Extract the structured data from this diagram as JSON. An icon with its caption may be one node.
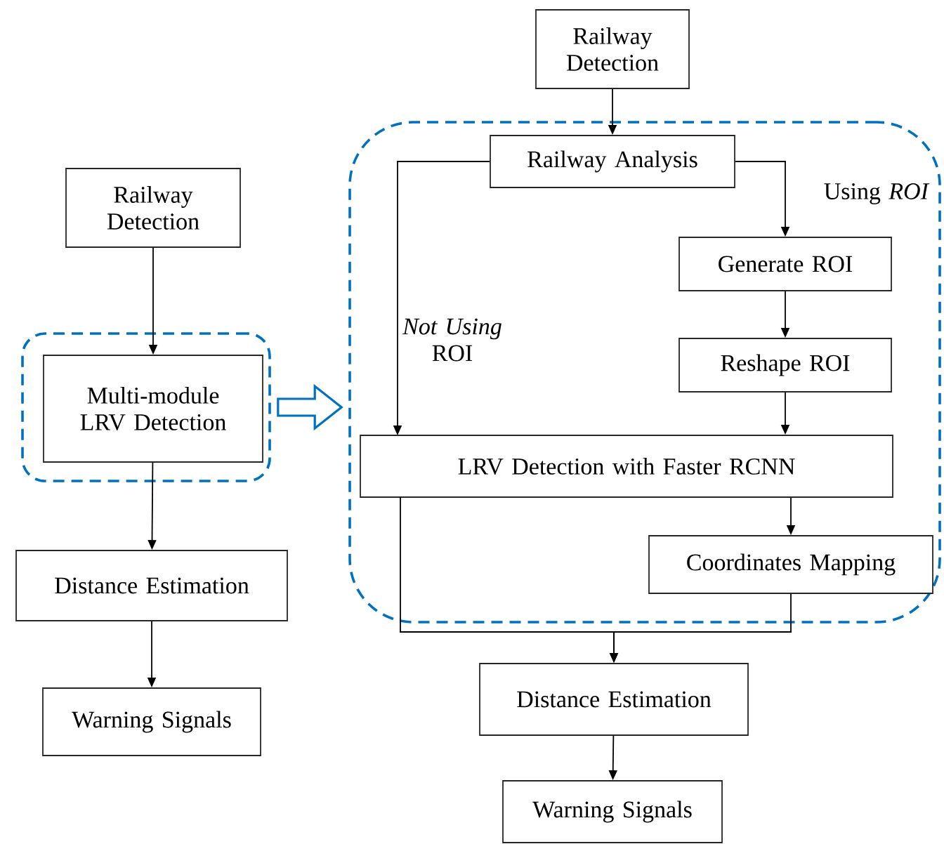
{
  "diagram": {
    "nodes": [
      {
        "text": [
          "Railway Detection"
        ]
      },
      {
        "text": [],
        "shape": "box"
      },
      {
        "text": [
          "Multi-module LRV Detection"
        ],
        "in": 1
      },
      {
        "text": [
          "Distance Estimation"
        ]
      },
      {
        "text": [
          "Warning Signals"
        ]
      },
      {
        "text": [],
        "shape": "box"
      },
      {
        "text": [
          "Railway Detection"
        ]
      },
      {
        "text": [
          "Railway Analysis"
        ],
        "in": 5
      },
      {
        "text": [
          "Generate ROI"
        ],
        "in": 5
      },
      {
        "text": [
          "Reshape ROI"
        ],
        "in": 5
      },
      {
        "text": [
          "LRV Detection with Faster RCNN"
        ],
        "in": 5
      },
      {
        "text": [
          "Coordinates Mapping"
        ],
        "in": 5
      },
      {
        "text": [
          "Distance Estimation"
        ]
      },
      {
        "text": [
          "Warning Signals"
        ]
      }
    ],
    "edges": [
      {
        "from": 0,
        "to": 2,
        "arrow": "to"
      },
      {
        "from": 2,
        "to": 3,
        "arrow": "to"
      },
      {
        "from": 3,
        "to": 4,
        "arrow": "to"
      },
      {
        "from": 1,
        "to": 5,
        "arrow": "to",
        "style": "thick",
        "color": "#0070c0"
      },
      {
        "from": 6,
        "to": 7,
        "arrow": "to"
      },
      {
        "from": 7,
        "to": 10,
        "arrow": "to",
        "label": "*Not Using* ROI"
      },
      {
        "from": 7,
        "to": 8,
        "arrow": "to",
        "label": "Using *ROI*"
      },
      {
        "from": 8,
        "to": 9,
        "arrow": "to"
      },
      {
        "from": 9,
        "to": 10,
        "arrow": "to"
      },
      {
        "from": 10,
        "to": 11,
        "arrow": "to"
      },
      {
        "from": 10,
        "to": 12,
        "arrow": "to"
      },
      {
        "from": 11,
        "to": 12,
        "arrow": "to"
      },
      {
        "from": 12,
        "to": 13,
        "arrow": "to"
      }
    ]
  }
}
